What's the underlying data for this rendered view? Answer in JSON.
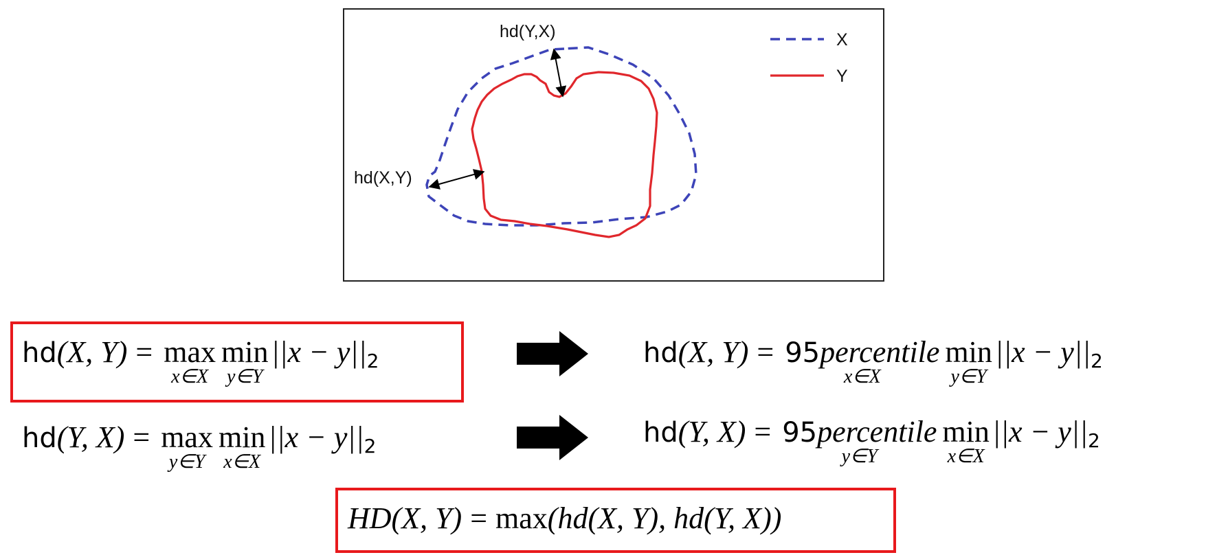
{
  "diagram": {
    "label_hd_yx": "hd(Y,X)",
    "label_hd_xy": "hd(X,Y)",
    "legend": [
      {
        "label": "X",
        "color": "#3d44b8",
        "style": "dashed"
      },
      {
        "label": "Y",
        "color": "#e0272c",
        "style": "solid"
      }
    ]
  },
  "equations": {
    "row1_left": {
      "hd": "hd",
      "args": "(X, Y)",
      "eq": "=",
      "op1": "max",
      "sub1": "x∈X",
      "op2": "min",
      "sub2": "y∈Y",
      "norm": "||x − y||",
      "norm_sub": "2"
    },
    "row2_left": {
      "hd": "hd",
      "args": "(Y, X)",
      "eq": "=",
      "op1": "max",
      "sub1": "y∈Y",
      "op2": "min",
      "sub2": "x∈X",
      "norm": "||x − y||",
      "norm_sub": "2"
    },
    "row1_right": {
      "hd": "hd",
      "args": "(X, Y)",
      "eq": "=",
      "num": "95",
      "pct": "percentile",
      "sub1": "x∈X",
      "op2": "min",
      "sub2": "y∈Y",
      "norm": "||x − y||",
      "norm_sub": "2"
    },
    "row2_right": {
      "hd": "hd",
      "args": "(Y, X)",
      "eq": "=",
      "num": "95",
      "pct": "percentile",
      "sub1": "y∈Y",
      "op2": "min",
      "sub2": "x∈X",
      "norm": "||x − y||",
      "norm_sub": "2"
    },
    "final": {
      "lhs": "HD(X, Y)",
      "eq": "=",
      "op": "max",
      "rhs": "(hd(X, Y), hd(Y, X))"
    }
  },
  "colors": {
    "highlight_box": "#e8191c",
    "arrow": "#000000"
  }
}
